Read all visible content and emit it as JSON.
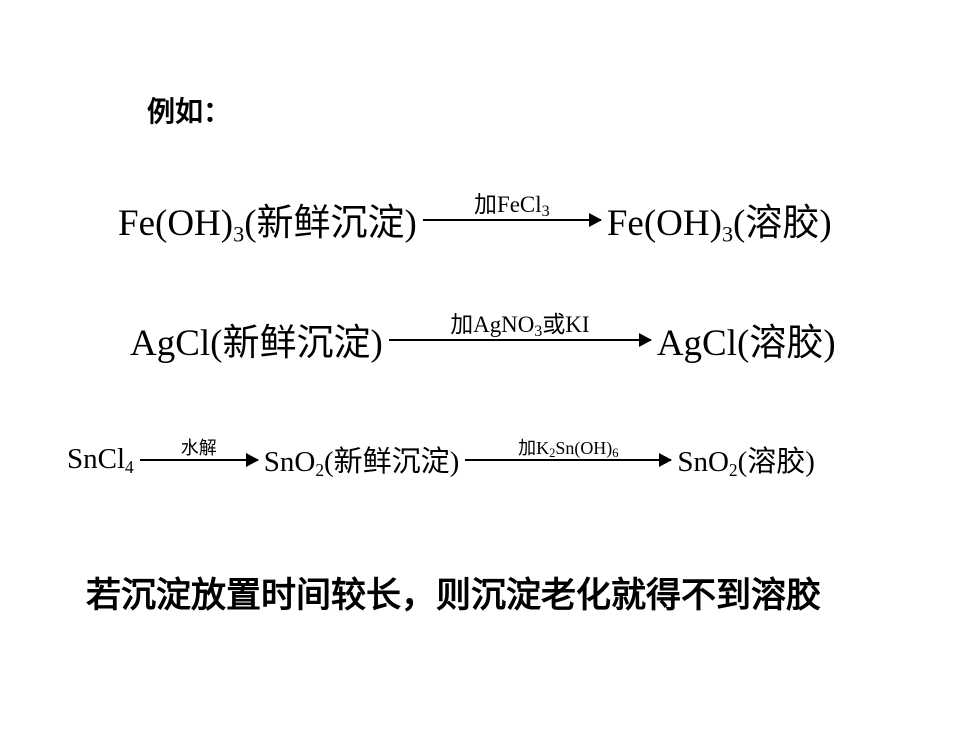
{
  "heading": "例如：",
  "eq1": {
    "reactant": "Fe(OH)",
    "reactant_sub": "3",
    "reactant_state": "(新鲜沉淀)",
    "condition": "加FeCl",
    "condition_sub": "3",
    "product": "Fe(OH)",
    "product_sub": "3",
    "product_state": "(溶胶)"
  },
  "eq2": {
    "reactant": "AgCl(新鲜沉淀)",
    "condition_a": "加AgNO",
    "condition_sub": "3",
    "condition_b": "或KI",
    "product": "AgCl(溶胶)"
  },
  "eq3": {
    "reactant": "SnCl",
    "reactant_sub": "4",
    "condition1": "水解",
    "intermediate": "SnO",
    "intermediate_sub": "2",
    "intermediate_state": "(新鲜沉淀)",
    "condition2_a": "加K",
    "condition2_sub1": "2",
    "condition2_b": "Sn(OH)",
    "condition2_sub2": "6",
    "product": "SnO",
    "product_sub": "2",
    "product_state": "(溶胶)"
  },
  "conclusion": "若沉淀放置时间较长，则沉淀老化就得不到溶胶"
}
